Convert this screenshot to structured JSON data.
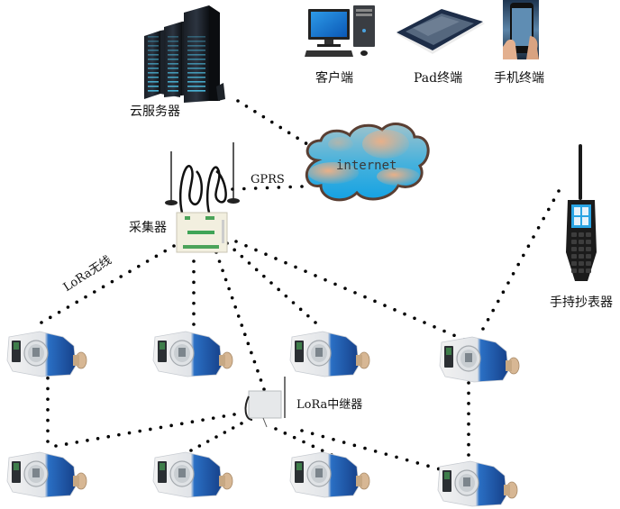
{
  "title": "LoRa wireless meter reading network diagram",
  "nodes": {
    "cloud_server": {
      "label": "云服务器",
      "icon": "server-rack-icon"
    },
    "client": {
      "label": "客户端",
      "icon": "desktop-computer-icon"
    },
    "pad": {
      "label": "Pad终端",
      "icon": "tablet-icon"
    },
    "phone": {
      "label": "手机终端",
      "icon": "smartphone-icon"
    },
    "internet": {
      "label": "internet",
      "icon": "cloud-icon"
    },
    "collector": {
      "label": "采集器",
      "icon": "data-collector-icon"
    },
    "handheld": {
      "label": "手持抄表器",
      "icon": "handheld-reader-icon"
    },
    "repeater": {
      "label": "LoRa中继器",
      "icon": "lora-repeater-icon"
    },
    "meters": [
      {
        "id": "meter-1",
        "icon": "water-meter-icon"
      },
      {
        "id": "meter-2",
        "icon": "water-meter-icon"
      },
      {
        "id": "meter-3",
        "icon": "water-meter-icon"
      },
      {
        "id": "meter-4",
        "icon": "water-meter-icon"
      },
      {
        "id": "meter-5",
        "icon": "water-meter-icon"
      },
      {
        "id": "meter-6",
        "icon": "water-meter-icon"
      },
      {
        "id": "meter-7",
        "icon": "water-meter-icon"
      },
      {
        "id": "meter-8",
        "icon": "water-meter-icon"
      }
    ]
  },
  "links": {
    "gprs": "GPRS",
    "lora_wireless": "LoRa无线"
  },
  "colors": {
    "meter_blue": "#1e5fb4",
    "cloud_blue": "#1ea8dc",
    "cloud_peach": "#e3b08a",
    "cloud_outline": "#5a3f33",
    "dot": "#000000"
  }
}
